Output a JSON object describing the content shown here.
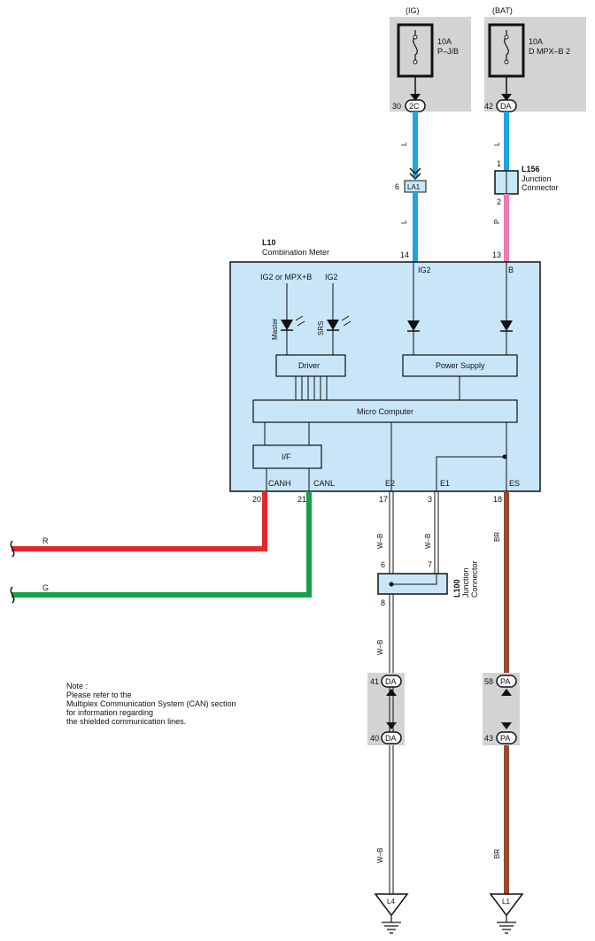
{
  "fuses": {
    "ig": {
      "header": "(IG)",
      "rating": "10A",
      "name": "P–J/B",
      "pin": "30",
      "conn": "2C"
    },
    "bat": {
      "header": "(BAT)",
      "rating": "10A",
      "name": "D MPX–B 2",
      "pin": "42",
      "conn": "DA"
    }
  },
  "wires": {
    "ig_upper_color": "L",
    "ig_lower_color": "L",
    "bat_upper_color": "L",
    "bat_lower_color": "P",
    "canh_color": "R",
    "canl_color": "G",
    "e2_color": "W–B",
    "e1_color": "W–B",
    "es_color": "BR",
    "w100_out_color": "W–B",
    "w100_bottom_color": "W–B",
    "br_bottom_color": "BR"
  },
  "la1": {
    "pin": "6",
    "label": "LA1"
  },
  "l156": {
    "id": "L156",
    "name": "Junction",
    "name2": "Connector",
    "pin_top": "1",
    "pin_bottom": "2"
  },
  "meter": {
    "id": "L10",
    "name": "Combination Meter",
    "pins": {
      "ig2": "14",
      "b": "13",
      "canh": "20",
      "canl": "21",
      "e2": "17",
      "e1": "3",
      "es": "18"
    },
    "terms": {
      "ig2": "IG2",
      "b": "B",
      "canh": "CANH",
      "canl": "CANL",
      "e2": "E2",
      "e1": "E1",
      "es": "ES"
    },
    "top_left": "IG2 or MPX+B",
    "top_mid": "IG2",
    "led1": "Master",
    "led2": "SRS",
    "driver": "Driver",
    "power": "Power Supply",
    "micro": "Micro Computer",
    "if": "I/F"
  },
  "l100": {
    "id": "L100",
    "name": "Junction",
    "name2": "Connector",
    "pin6": "6",
    "pin7": "7",
    "pin8": "8"
  },
  "conn_da": {
    "label": "DA",
    "pin_top": "41",
    "pin_bottom": "40"
  },
  "conn_pa": {
    "label": "PA",
    "pin_top": "58",
    "pin_bottom": "43"
  },
  "grounds": {
    "left": "L4",
    "right": "L1"
  },
  "note": {
    "line1": "Note :",
    "line2": "Please refer to the",
    "line3": "Multiplex Communication System (CAN) section",
    "line4": "for information regarding",
    "line5": "the shielded communication lines."
  },
  "colors": {
    "blue": "#1ea5e3",
    "pink": "#ea7bb7",
    "red": "#e8262c",
    "green": "#16a04a",
    "brown": "#9a4a2a",
    "box": "#c8e6f8"
  }
}
